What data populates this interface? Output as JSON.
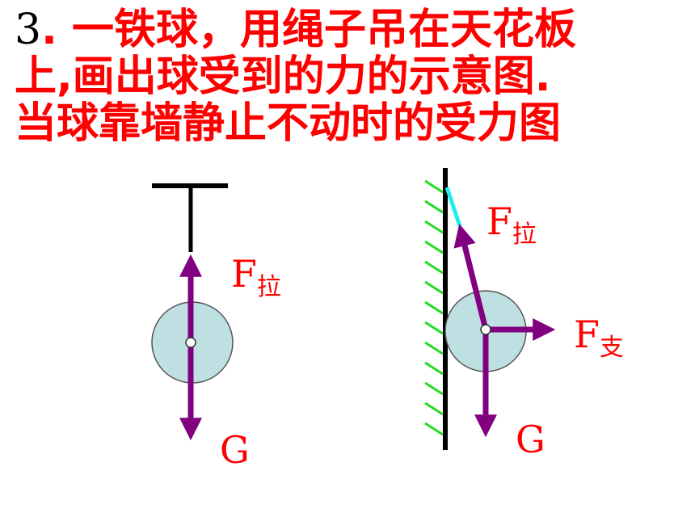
{
  "title": {
    "number": "3",
    "line1_rest": ". 一铁球，用绳子吊在天花板",
    "line2": "上,画出球受到的力的示意图.",
    "line3": "当球靠墙静止不动时的受力图"
  },
  "left_diagram": {
    "force_up": {
      "symbol": "F",
      "subscript": "拉"
    },
    "force_down": {
      "symbol": "G"
    }
  },
  "right_diagram": {
    "force_rope": {
      "symbol": "F",
      "subscript": "拉"
    },
    "force_support": {
      "symbol": "F",
      "subscript": "支"
    },
    "force_down": {
      "symbol": "G"
    }
  },
  "colors": {
    "text_red": "#ff0000",
    "arrow_purple": "#800080",
    "ball_fill": "#bfe0e3",
    "hatch_green": "#22dd22",
    "rope_cyan": "#22eeee"
  }
}
